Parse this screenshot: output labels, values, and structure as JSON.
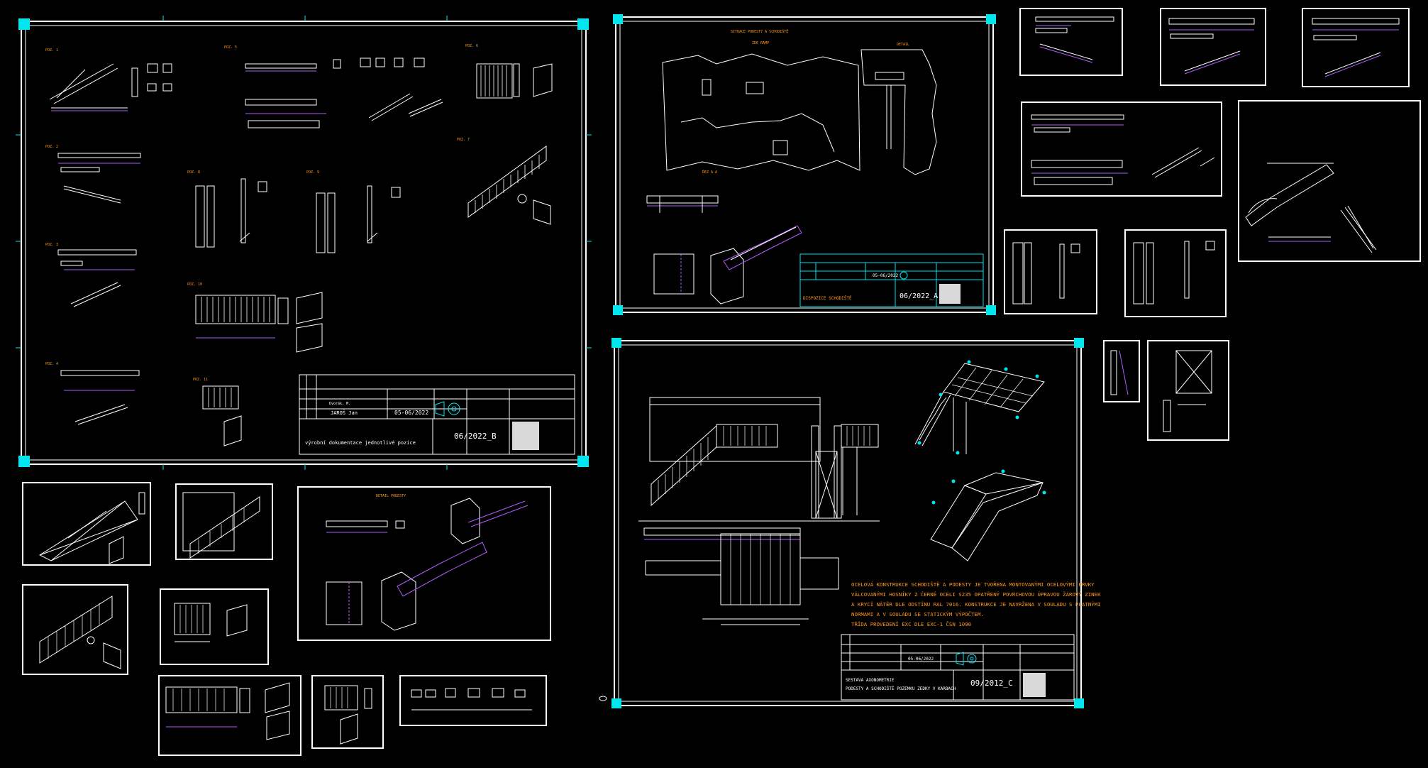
{
  "app": {
    "view": "CAD model space"
  },
  "colors": {
    "background": "#000000",
    "frame": "#ffffff",
    "accent": "#00e5ee",
    "label": "#ff9a1f",
    "highlight": "#b25cff"
  },
  "sheets": {
    "b": {
      "drawing_no": "06/2022_B",
      "description": "výrobní dokumentace jednotlivé pozice",
      "date": "05-06/2022",
      "drawn_by": "JAROŠ Jan",
      "checked_by": "Dvorák, M."
    },
    "a": {
      "drawing_no": "06/2022_A",
      "description": "DISPOZICE SCHODIŠTĚ",
      "date": "05-06/2022"
    },
    "c": {
      "drawing_no": "09/2012_C",
      "description_1": "SESTAVA AXONOMETRIE",
      "description_2": "PODESTY A SCHODIŠTĚ POZEMKU ZEDKY V KARBACH",
      "date": "05-06/2022",
      "notes": [
        "OCELOVÁ KONSTRUKCE SCHODIŠTĚ A PODESTY JE TVOŘENA MONTOVANÝMI OCELOVÝMI PRVKY",
        "VÁLCOVANÝMI HOSNÍKY Z ČERNÉ OCELI S235 OPATŘENÝ POVRCHOVOU ÚPRAVOU ŽÁROVÝ ZINEK",
        "A KRYCÍ NÁTĚR DLE ODSTÍNU RAL 7016. KONSTRUKCE JE NAVRŽENA V SOULADU S PLATNÝMI",
        "NORMAMI A V SOULADU SE STATICKÝM VÝPOČTEM.",
        "TŘÍDA PROVEDENÍ EXC DLE EXC-1 ČSN 1090"
      ]
    }
  }
}
